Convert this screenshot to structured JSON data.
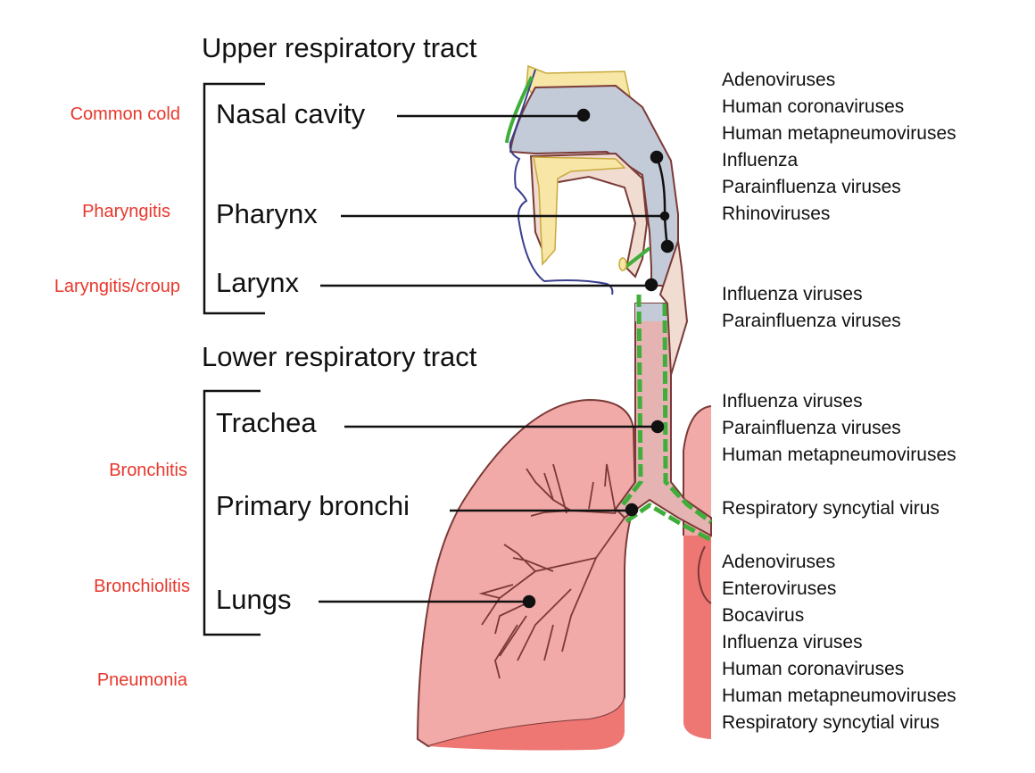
{
  "upper_tract": {
    "title": "Upper respiratory tract",
    "organs": [
      "Nasal cavity",
      "Pharynx",
      "Larynx"
    ],
    "diseases": [
      "Common cold",
      "Pharyngitis",
      "Laryngitis/croup"
    ]
  },
  "lower_tract": {
    "title": "Lower respiratory tract",
    "organs": [
      "Trachea",
      "Primary bronchi",
      "Lungs"
    ],
    "diseases": [
      "Bronchitis",
      "Bronchiolitis",
      "Pneumonia"
    ]
  },
  "virus_groups": [
    {
      "target": "nasal cavity / pharynx",
      "viruses": [
        "Adenoviruses",
        "Human coronaviruses",
        "Human metapneumoviruses",
        "Influenza",
        "Parainfluenza viruses",
        "Rhinoviruses"
      ]
    },
    {
      "target": "larynx",
      "viruses": [
        "Influenza viruses",
        "Parainfluenza viruses"
      ]
    },
    {
      "target": "trachea",
      "viruses": [
        "Influenza viruses",
        "Parainfluenza viruses",
        "Human metapneumoviruses"
      ]
    },
    {
      "target": "primary bronchi",
      "viruses": [
        "Respiratory syncytial virus"
      ]
    },
    {
      "target": "lungs",
      "viruses": [
        "Adenoviruses",
        "Enteroviruses",
        "Bocavirus",
        "Influenza viruses",
        "Human coronaviruses",
        "Human metapneumoviruses",
        "Respiratory syncytial virus"
      ]
    }
  ],
  "colors": {
    "disease_text": "#e8372b",
    "airway_upper": "#c3cbd9",
    "airway_lower": "#e6b3b3",
    "lung_fill": "#f2aaa9",
    "lung_shadow": "#ee7673",
    "bone": "#f7e6a6",
    "tissue": "#f1dcd2",
    "cilia": "#3fae3a",
    "outline": "#7a3a37",
    "skin_outline": "#3a3f8f"
  }
}
